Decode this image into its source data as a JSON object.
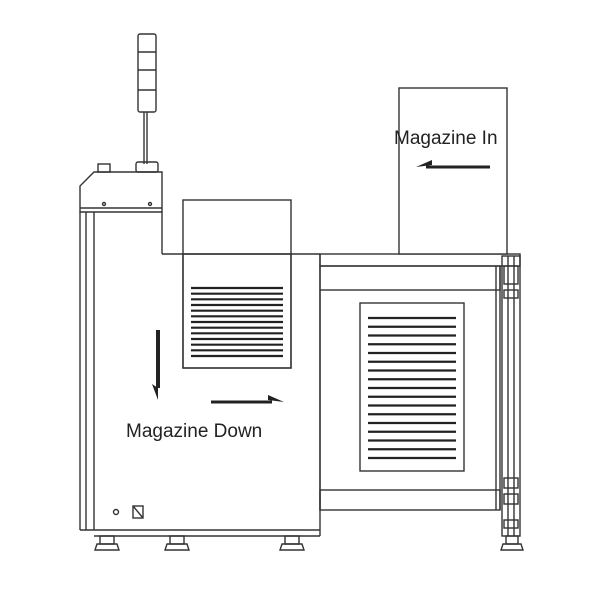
{
  "labels": {
    "magazine_in": "Magazine In",
    "magazine_down": "Magazine Down"
  },
  "colors": {
    "line": "#333333",
    "light_line": "#9a9a9a",
    "fill_dark": "#222222",
    "background": "#ffffff"
  },
  "vent_slats": {
    "left_vent": 13,
    "right_vent": 17
  }
}
